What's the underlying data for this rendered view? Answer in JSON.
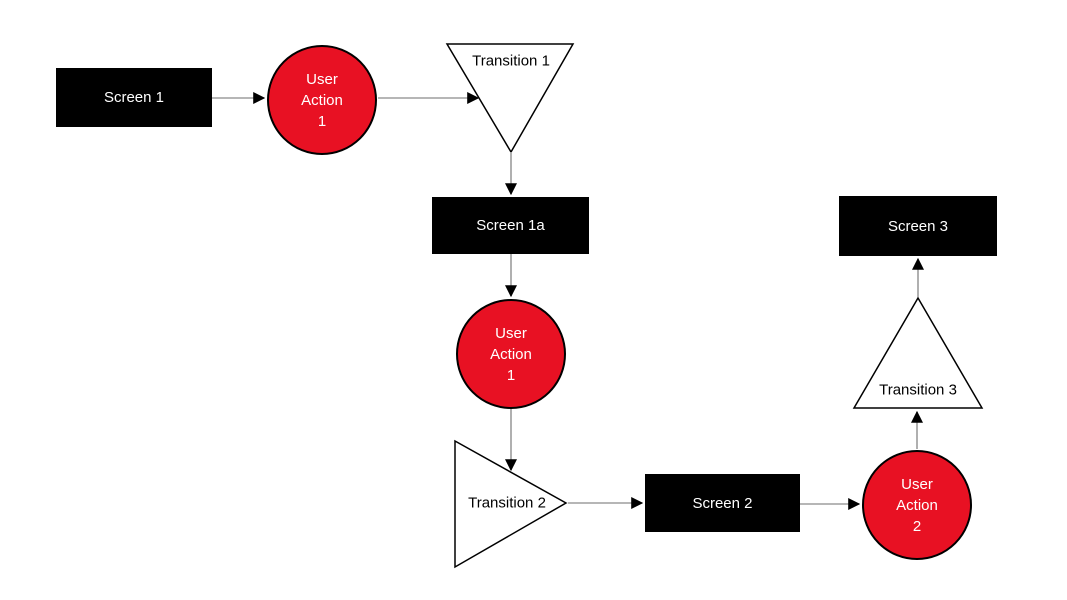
{
  "diagram": {
    "type": "flowchart",
    "background": "#ffffff",
    "colors": {
      "screen_fill": "#000000",
      "screen_text": "#ffffff",
      "action_fill": "#e81123",
      "action_stroke": "#000000",
      "action_text": "#ffffff",
      "transition_fill": "#ffffff",
      "transition_stroke": "#000000",
      "transition_text": "#000000",
      "connector_line": "#9d9d9d",
      "connector_arrowhead": "#000000"
    },
    "nodes": {
      "screen_1": {
        "label": "Screen 1",
        "shape": "rectangle"
      },
      "user_action_1_first": {
        "line1": "User",
        "line2": "Action",
        "line3": "1",
        "shape": "circle"
      },
      "transition_1": {
        "label": "Transition 1",
        "shape": "triangle-down"
      },
      "screen_1a": {
        "label": "Screen 1a",
        "shape": "rectangle"
      },
      "user_action_1_second": {
        "line1": "User",
        "line2": "Action",
        "line3": "1",
        "shape": "circle"
      },
      "transition_2": {
        "label": "Transition 2",
        "shape": "triangle-right"
      },
      "screen_2": {
        "label": "Screen 2",
        "shape": "rectangle"
      },
      "user_action_2": {
        "line1": "User",
        "line2": "Action",
        "line3": "2",
        "shape": "circle"
      },
      "transition_3": {
        "label": "Transition 3",
        "shape": "triangle-up"
      },
      "screen_3": {
        "label": "Screen 3",
        "shape": "rectangle"
      }
    },
    "connections": [
      {
        "from": "screen_1",
        "to": "user_action_1_first"
      },
      {
        "from": "user_action_1_first",
        "to": "transition_1"
      },
      {
        "from": "transition_1",
        "to": "screen_1a"
      },
      {
        "from": "screen_1a",
        "to": "user_action_1_second"
      },
      {
        "from": "user_action_1_second",
        "to": "transition_2"
      },
      {
        "from": "transition_2",
        "to": "screen_2"
      },
      {
        "from": "screen_2",
        "to": "user_action_2"
      },
      {
        "from": "user_action_2",
        "to": "transition_3"
      },
      {
        "from": "transition_3",
        "to": "screen_3"
      }
    ]
  }
}
